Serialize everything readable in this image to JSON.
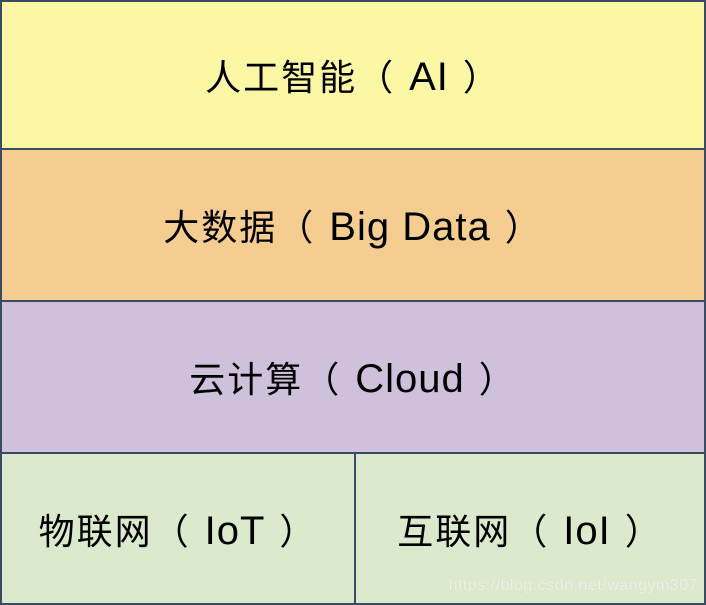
{
  "diagram": {
    "border_color": "#3a4a60",
    "text_color": "#000000",
    "layers": [
      {
        "id": "ai",
        "cn": "人工智能（",
        "en": "AI",
        "close": "）",
        "color": "#fcf7a5"
      },
      {
        "id": "big-data",
        "cn": "大数据（",
        "en": "Big Data",
        "close": "）",
        "color": "#f5cd90"
      },
      {
        "id": "cloud",
        "cn": "云计算（",
        "en": "Cloud",
        "close": "）",
        "color": "#cfc1dc"
      },
      {
        "id": "iot",
        "cn": "物联网（",
        "en": "IoT",
        "close": "）",
        "color": "#dbe9cd"
      },
      {
        "id": "internet",
        "cn": "互联网（",
        "en": "IoI",
        "close": "）",
        "color": "#dbe9cd"
      }
    ],
    "watermark": {
      "text": "https://blog.csdn.net/wangym307"
    }
  }
}
